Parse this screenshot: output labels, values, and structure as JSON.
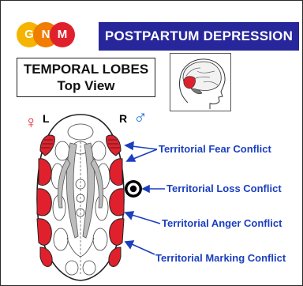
{
  "logo": {
    "letters": [
      "G",
      "N",
      "M"
    ],
    "colors": [
      "#f4b400",
      "#f07d00",
      "#e0212d"
    ]
  },
  "banner": {
    "title": "POSTPARTUM DEPRESSION",
    "color": "#27269a"
  },
  "title_box": {
    "line1": "TEMPORAL LOBES",
    "line2": "Top View"
  },
  "sides": {
    "left": "L",
    "right": "R",
    "female_symbol": "♀",
    "male_symbol": "♂",
    "female_color": "#e0212d",
    "male_color": "#1a6fd6"
  },
  "labels": [
    {
      "text": "Territorial Fear Conflict"
    },
    {
      "text": "Territorial Loss Conflict"
    },
    {
      "text": "Territorial Anger Conflict"
    },
    {
      "text": "Territorial Marking Conflict"
    }
  ],
  "colors": {
    "conflict_red": "#e0212d",
    "label_blue": "#1b3fbf",
    "brain_gray": "#bdbdbd"
  }
}
